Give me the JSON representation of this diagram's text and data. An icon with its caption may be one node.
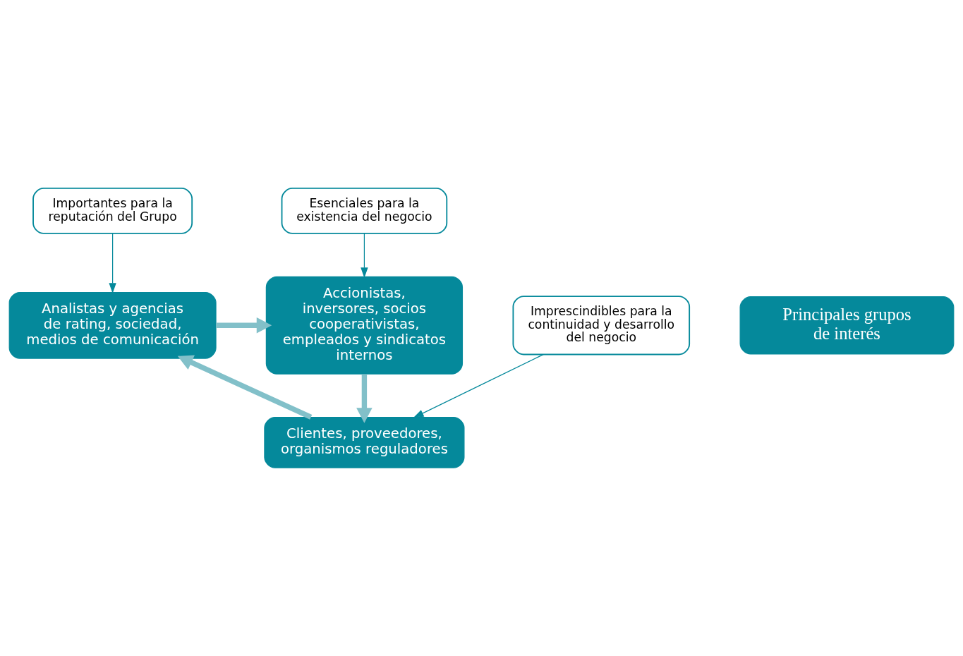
{
  "diagram": {
    "nodes": [
      {
        "text": [
          "Importantes para la reputación del Grupo"
        ]
      },
      {
        "text": [
          "Esenciales para la existencia del negocio"
        ]
      },
      {
        "text": [
          "Analistas y agencias de rating, sociedad, medios de comunicación"
        ]
      },
      {
        "text": [
          "Accionistas, inversores, socios cooperativistas, empleados y sindicatos internos"
        ]
      },
      {
        "text": [
          "Principales grupos de interés"
        ]
      },
      {
        "text": [
          "Clientes, proveedores, organismos reguladores"
        ]
      },
      {
        "text": [
          "Imprescindibles para la continuidad y desarrollo del negocio"
        ]
      }
    ],
    "edges": [
      {
        "from": 0,
        "to": 2,
        "arrow": "to"
      },
      {
        "from": 1,
        "to": 3,
        "arrow": "to"
      },
      {
        "from": 6,
        "to": 5,
        "arrow": "to"
      },
      {
        "from": 2,
        "to": 3,
        "arrow": "to",
        "style": "thick",
        "color": "#82c0c9"
      },
      {
        "from": 3,
        "to": 5,
        "arrow": "to",
        "style": "thick",
        "color": "#82c0c9"
      },
      {
        "from": 5,
        "to": 2,
        "arrow": "to",
        "style": "thick",
        "color": "#82c0c9"
      }
    ]
  }
}
